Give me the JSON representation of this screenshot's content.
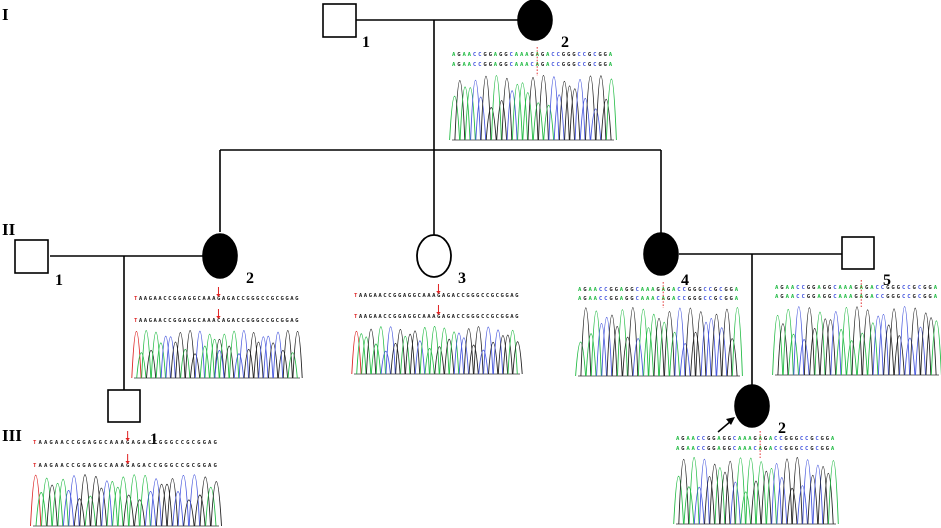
{
  "generations": [
    "I",
    "II",
    "III"
  ],
  "individuals": [
    {
      "key": "I-1",
      "label": "1",
      "sex": "male",
      "affected": false
    },
    {
      "key": "I-2",
      "label": "2",
      "sex": "female",
      "affected": true
    },
    {
      "key": "II-1",
      "label": "1",
      "sex": "male",
      "affected": false
    },
    {
      "key": "II-2",
      "label": "2",
      "sex": "female",
      "affected": true
    },
    {
      "key": "II-3",
      "label": "3",
      "sex": "female",
      "affected": false
    },
    {
      "key": "II-4",
      "label": "4",
      "sex": "female",
      "affected": true
    },
    {
      "key": "II-5",
      "label": "5",
      "sex": "male",
      "affected": false
    },
    {
      "key": "III-1",
      "label": "1",
      "sex": "male",
      "affected": false
    },
    {
      "key": "III-2",
      "label": "2",
      "sex": "female",
      "affected": true,
      "proband": true
    }
  ],
  "chromatograms": [
    {
      "owner": "I-2",
      "style": "colored",
      "lines": [
        "AGAACCGGAGGCAAAGAGACCGGGCCGCGGA",
        "AGAACCGGAGGCAAACAGACCGGGCCGCGGA"
      ],
      "marker": "dashed",
      "marker_col": 16
    },
    {
      "owner": "II-2",
      "style": "plain",
      "lines": [
        "TAAGAACCGGAGGCAAAGAGACCGGGCCGCGGAG",
        "TAAGAACCGGAGGCAAACAGACCGGGCCGCGGAG"
      ],
      "marker": "arrow",
      "marker_col": 17
    },
    {
      "owner": "II-3",
      "style": "plain",
      "lines": [
        "TAAGAACCGGAGGCAAAGAGACCGGGCCGCGGAG",
        "TAAGAACCGGAGGCAAAGAGACCGGGCCGCGGAG"
      ],
      "marker": "arrow",
      "marker_col": 17
    },
    {
      "owner": "II-4",
      "style": "colored",
      "lines": [
        "AGAACCGGAGGCAAAGAGACCGGGCCGCGGA",
        "AGAACCGGAGGCAAACAGACCGGGCCGCGGA"
      ],
      "marker": "dashed",
      "marker_col": 16
    },
    {
      "owner": "II-5",
      "style": "colored",
      "lines": [
        "AGAACCGGAGGCAAAGAGACCGGGCCGCGGA",
        "AGAACCGGAGGCAAAGAGACCGGGCCGCGGA"
      ],
      "marker": "dashed",
      "marker_col": 16
    },
    {
      "owner": "III-1",
      "style": "plain",
      "lines": [
        "TAAGAACCGGAGGCAAAGAGACCGGGCCGCGGAG",
        "TAAGAACCGGAGGCAAAGAGACCGGGCCGCGGAG"
      ],
      "marker": "arrow",
      "marker_col": 17
    },
    {
      "owner": "III-2",
      "style": "colored",
      "lines": [
        "AGAACCGGAGGCAAAGAGACCGGGCCGCGGA",
        "AGAACCGGAGGCAAACAGACCGGGCCGCGGA"
      ],
      "marker": "dashed",
      "marker_col": 16
    }
  ],
  "colors": {
    "line": "#000000",
    "affected_fill": "#000000",
    "marker": "#e02020",
    "trace_A": "#22bb44",
    "trace_C": "#4455dd",
    "trace_G": "#222222",
    "trace_T": "#dd2222"
  }
}
